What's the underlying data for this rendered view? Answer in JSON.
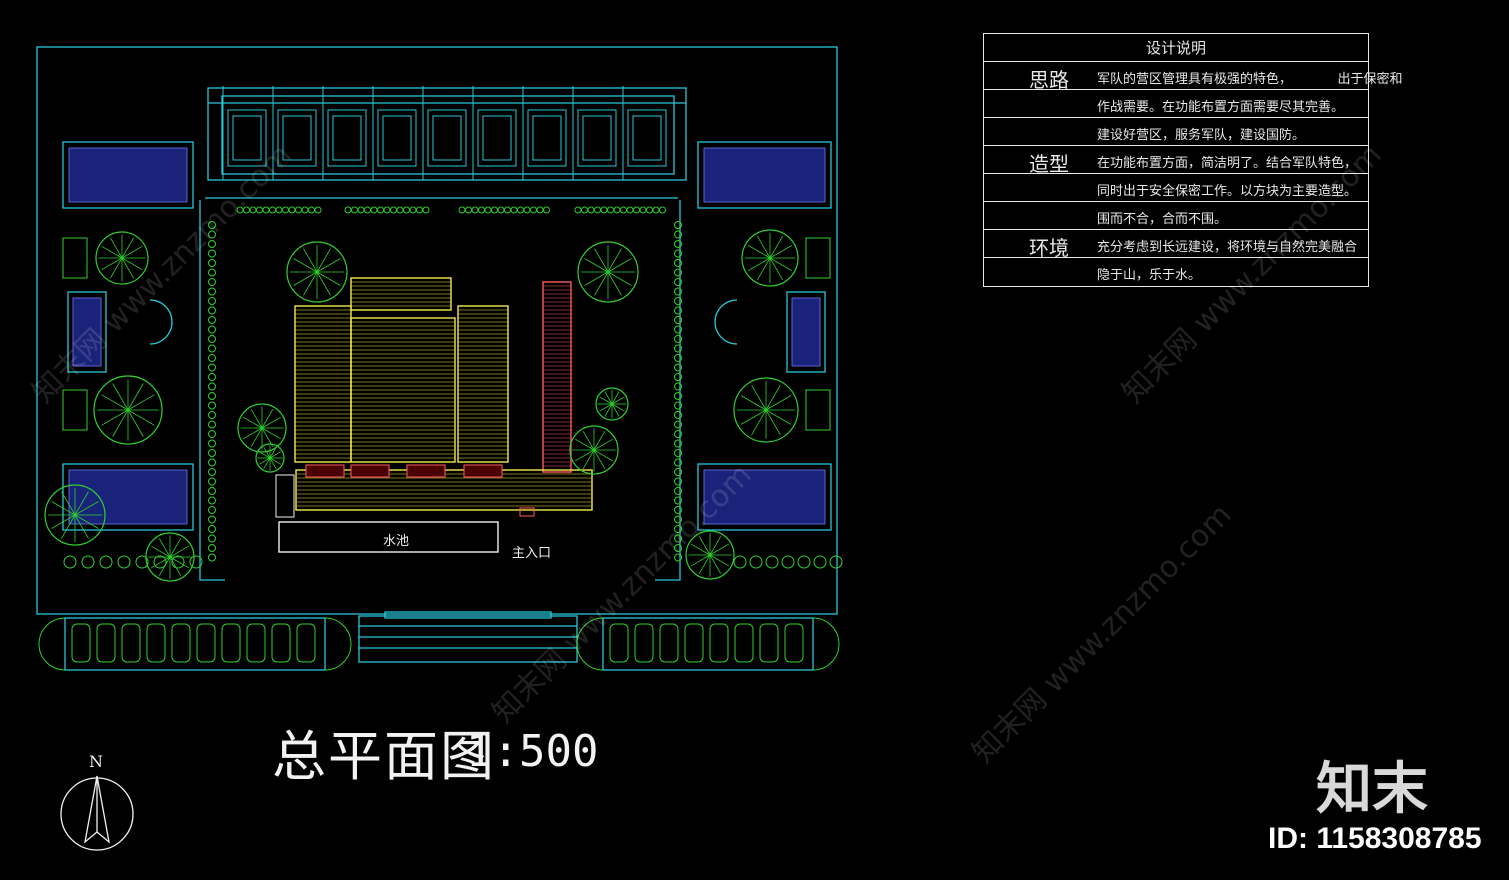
{
  "design_notes": {
    "title": "设计说明",
    "rows": [
      {
        "category": "思路",
        "text": "军队的营区管理具有极强的特色，　　　　出于保密和"
      },
      {
        "category": "",
        "text": "作战需要。在功能布置方面需要尽其完善。"
      },
      {
        "category": "",
        "text": "建设好营区，服务军队，建设国防。"
      },
      {
        "category": "造型",
        "text": "在功能布置方面，简洁明了。结合军队特色，"
      },
      {
        "category": "",
        "text": "同时出于安全保密工作。以方块为主要造型。"
      },
      {
        "category": "",
        "text": "围而不合，合而不围。"
      },
      {
        "category": "环境",
        "text": "充分考虑到长远建设，将环境与自然完美融合"
      },
      {
        "category": "",
        "text": "隐于山，乐于水。"
      }
    ]
  },
  "plan": {
    "pool_label": "水池",
    "entrance_label": "主入口",
    "title": "总平面图",
    "scale": "1:500",
    "north_label": "N"
  },
  "watermark": {
    "brand": "知末",
    "id": "ID: 1158308785",
    "text": "知末网 www.znzmo.com"
  },
  "colors": {
    "site_line": "#29c6d6",
    "greenery": "#2fd12f",
    "water_fill": "#1a237a",
    "building_yellow": "#f5e84a",
    "building_red": "#ff5a5a"
  }
}
